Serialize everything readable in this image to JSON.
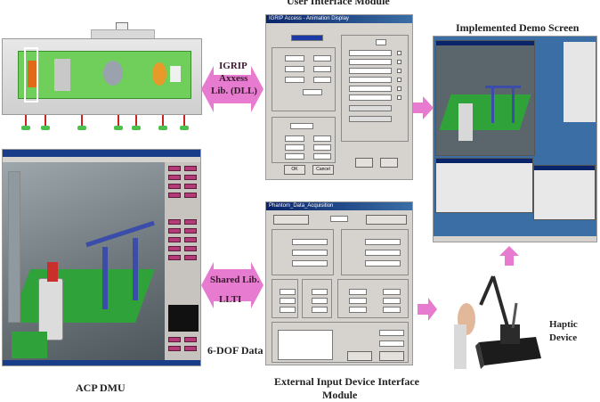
{
  "captions": {
    "ui_module": "User Interface Module",
    "demo_screen": "Implemented Demo Screen",
    "igrip_lib": [
      "IGRIP",
      "Axxess",
      "Lib. (DLL)"
    ],
    "shared_lib": [
      "Shared Lib.",
      "LLTI"
    ],
    "dof_data": "6-DOF Data",
    "acp_dmu": "ACP DMU",
    "ext_input": [
      "External Input Device Interface",
      "Module"
    ],
    "haptic": [
      "Haptic",
      "Device"
    ]
  },
  "dialogs": {
    "igrip_title": "IGRIP Access - Animation Display",
    "ext_title": "Phantom_Data_Acquisition",
    "ok_label": "OK",
    "cancel_label": "Cancel"
  },
  "colors": {
    "arrow": "#e77bd0",
    "arrow_text": "#3a1a30",
    "floor": "#2fa33a",
    "rail": "#3b4da8"
  }
}
